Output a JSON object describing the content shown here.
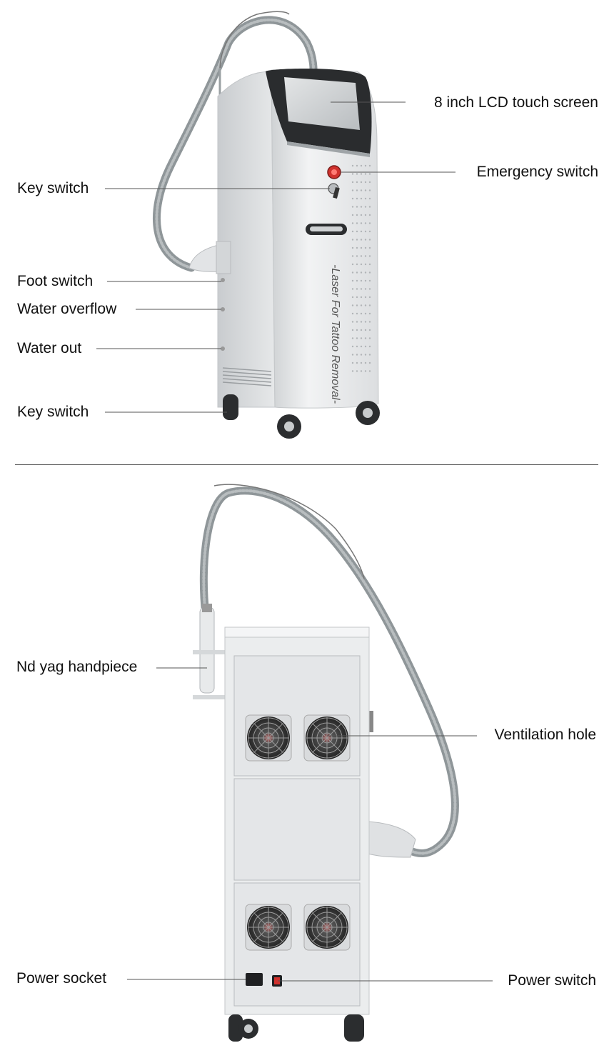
{
  "front_view": {
    "brand_text": "-Laser For Tattoo Removal-",
    "callouts": {
      "lcd": "8 inch LCD touch screen",
      "emergency": "Emergency switch",
      "key_top": "Key switch",
      "foot": "Foot switch",
      "overflow": "Water overflow",
      "water_out": "Water out",
      "key_bottom": "Key switch"
    }
  },
  "back_view": {
    "callouts": {
      "handpiece": "Nd yag handpiece",
      "ventilation": "Ventilation hole",
      "power_socket": "Power socket",
      "power_switch": "Power switch"
    }
  },
  "colors": {
    "body": "#e9eaeb",
    "body_shade": "#d3d5d7",
    "hose": "#8f9699",
    "screen": "#c9ccce",
    "emergency": "#d0312d",
    "leader": "#555555"
  }
}
